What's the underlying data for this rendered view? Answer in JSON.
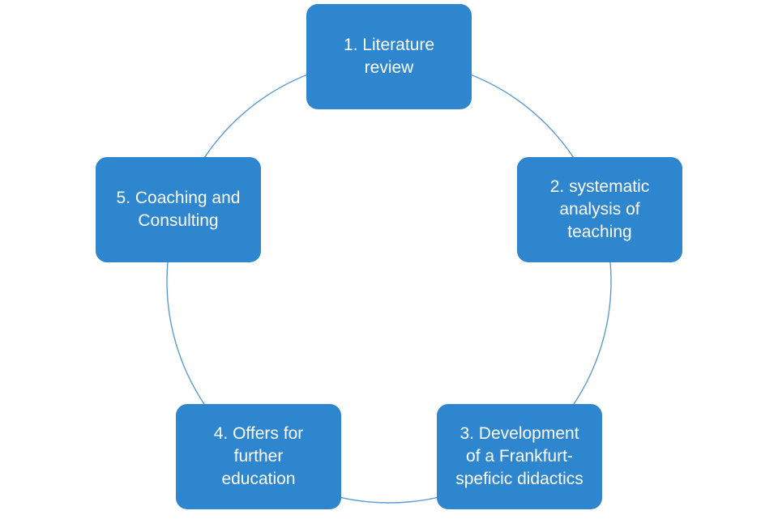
{
  "colors": {
    "node_fill": "#2E86CE",
    "ring_stroke": "#5B9BD5",
    "text": "#FFFFFF",
    "background": "#FFFFFF"
  },
  "cycle": {
    "steps": [
      {
        "label": "1. Literature\nreview"
      },
      {
        "label": "2. systematic\nanalysis of\nteaching"
      },
      {
        "label": "3. Development\nof a Frankfurt-\nspeficic didactics"
      },
      {
        "label": "4. Offers for\nfurther\neducation"
      },
      {
        "label": "5. Coaching and\nConsulting"
      }
    ]
  }
}
